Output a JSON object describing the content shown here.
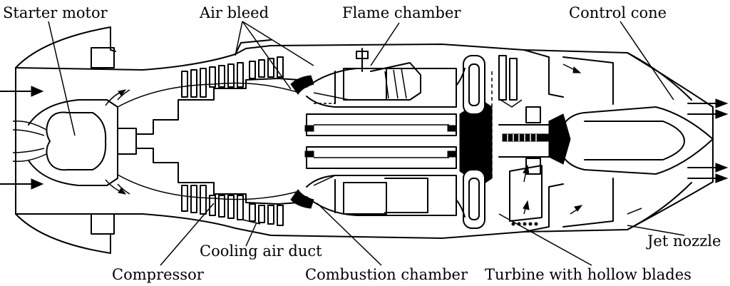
{
  "diagram": {
    "title": "Turbojet engine cross-section",
    "labels": {
      "starter_motor": "Starter motor",
      "air_bleed": "Air bleed",
      "flame_chamber": "Flame chamber",
      "control_cone": "Control cone",
      "jet_nozzle": "Jet nozzle",
      "cooling_air_duct": "Cooling air duct",
      "compressor": "Compressor",
      "combustion_chamber": "Combustion chamber",
      "turbine": "Turbine with hollow blades"
    }
  }
}
